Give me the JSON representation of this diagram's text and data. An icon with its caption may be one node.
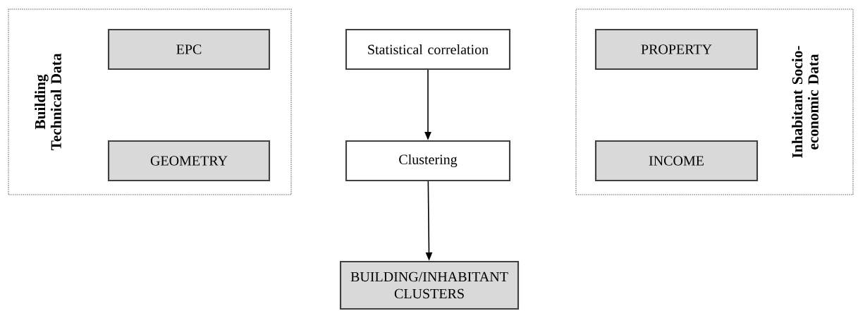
{
  "diagram": {
    "nodes": [
      {
        "text": [
          "Building Technical Data"
        ]
      },
      {
        "text": [
          "EPC"
        ],
        "in": 0
      },
      {
        "text": [
          "GEOMETRY"
        ],
        "in": 0
      },
      {
        "text": [
          "Statistical correlation"
        ]
      },
      {
        "text": [
          "Clustering"
        ]
      },
      {
        "text": [
          "Inhabitant Socio-economic Data"
        ]
      },
      {
        "text": [
          "PROPERTY"
        ],
        "in": 5
      },
      {
        "text": [
          "INCOME"
        ],
        "in": 5
      },
      {
        "text": [
          "BUILDING/INHABITANT CLUSTERS"
        ]
      }
    ],
    "edges": [
      {
        "from": 3,
        "to": 4,
        "arrow": "to"
      },
      {
        "from": 4,
        "to": 8,
        "arrow": "to"
      }
    ]
  }
}
